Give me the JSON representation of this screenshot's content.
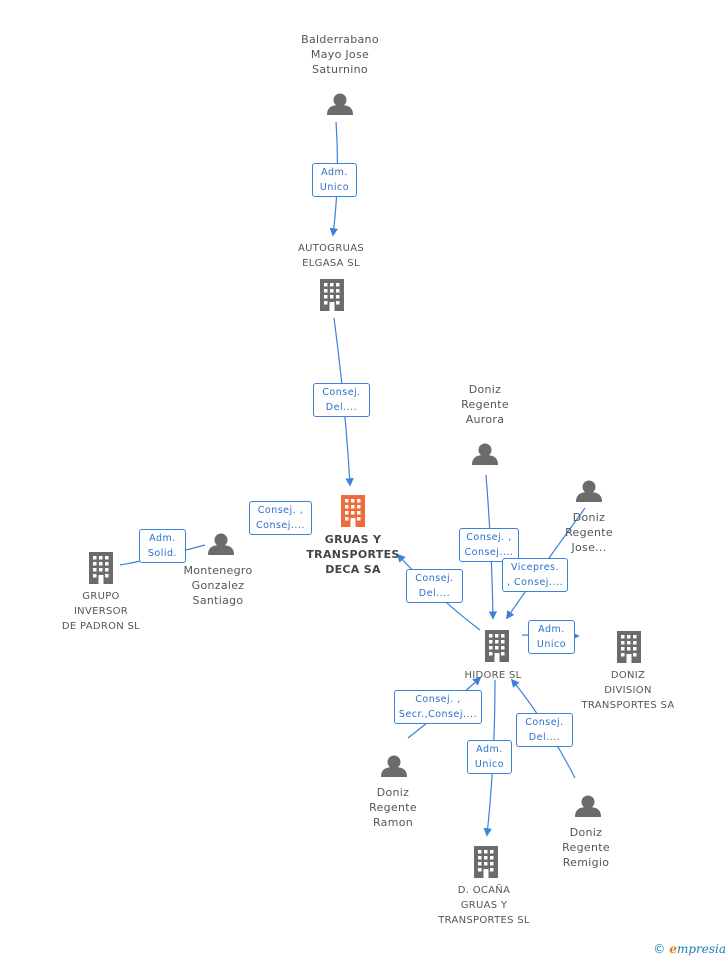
{
  "colors": {
    "line": "#3b82d8",
    "icon": "#6b6b6b",
    "main_icon": "#f06b3a",
    "label": "#555555"
  },
  "nodes": {
    "balderrabano": {
      "lines": [
        "Balderrabano",
        "Mayo Jose",
        "Saturnino"
      ],
      "type": "person"
    },
    "autogruas": {
      "lines": [
        "AUTOGRUAS",
        "ELGASA SL"
      ],
      "type": "company"
    },
    "gruas": {
      "lines": [
        "GRUAS Y",
        "TRANSPORTES",
        "DECA SA"
      ],
      "type": "company-main"
    },
    "montenegro": {
      "lines": [
        "Montenegro",
        "Gonzalez",
        "Santiago"
      ],
      "type": "person"
    },
    "grupo": {
      "lines": [
        "GRUPO",
        "INVERSOR",
        "DE PADRON SL"
      ],
      "type": "company"
    },
    "aurora": {
      "lines": [
        "Doniz",
        "Regente",
        "Aurora"
      ],
      "type": "person"
    },
    "jose": {
      "lines": [
        "Doniz",
        "Regente",
        "Jose..."
      ],
      "type": "person"
    },
    "hidore": {
      "lines": [
        "HIDORE SL"
      ],
      "type": "company"
    },
    "division": {
      "lines": [
        "DONIZ",
        "DIVISION",
        "TRANSPORTES SA"
      ],
      "type": "company"
    },
    "ramon": {
      "lines": [
        "Doniz",
        "Regente",
        "Ramon"
      ],
      "type": "person"
    },
    "remigio": {
      "lines": [
        "Doniz",
        "Regente",
        "Remigio"
      ],
      "type": "person"
    },
    "docana": {
      "lines": [
        "D. OCAÑA",
        "GRUAS Y",
        "TRANSPORTES SL"
      ],
      "type": "company"
    }
  },
  "relations": {
    "r1": [
      "Adm.",
      "Unico"
    ],
    "r2": [
      "Consej.",
      "Del...."
    ],
    "r3": [
      "Consej. ,",
      "Consej...."
    ],
    "r4": [
      "Adm.",
      "Solid."
    ],
    "r5": [
      "Consej.",
      "Del...."
    ],
    "r6": [
      "Consej. ,",
      "Consej...."
    ],
    "r7": [
      "Vicepres.",
      ", Consej...."
    ],
    "r8": [
      "Adm.",
      "Unico"
    ],
    "r9": [
      "Consej. ,",
      "Secr.,Consej...."
    ],
    "r10": [
      "Consej.",
      "Del...."
    ],
    "r11": [
      "Adm.",
      "Unico"
    ]
  },
  "footer": {
    "copyright": "©",
    "brand_initial": "e",
    "brand_rest": "mpresia"
  }
}
